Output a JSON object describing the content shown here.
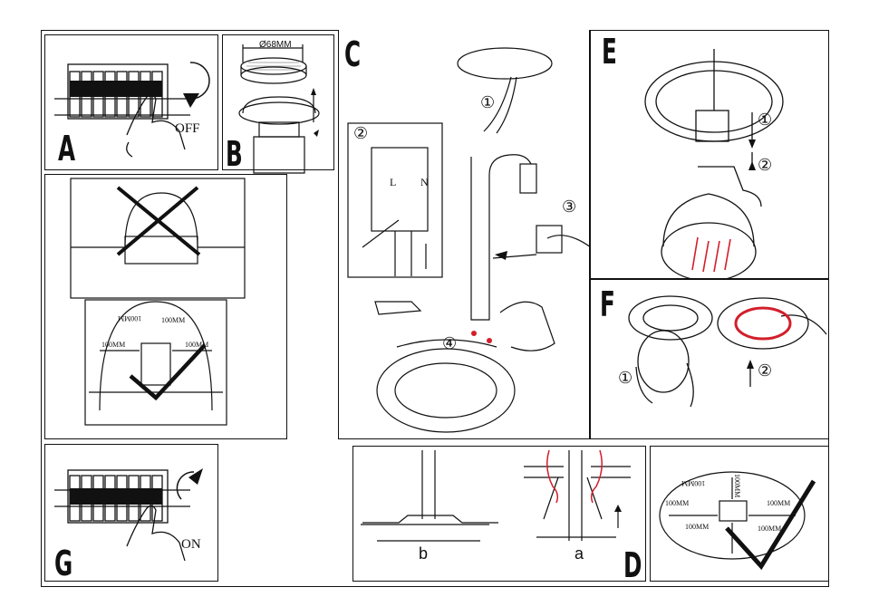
{
  "steps": {
    "A": {
      "letter": "A",
      "switch_label": "OFF"
    },
    "B": {
      "letter": "B",
      "dimension": "Ø68MM"
    },
    "C": {
      "letter": "C",
      "callouts": [
        "①",
        "②",
        "③",
        "④"
      ],
      "terminal_labels": [
        "L",
        "N"
      ]
    },
    "clearance": {
      "dims": [
        "100MM",
        "100MM",
        "100MM",
        "100MM"
      ]
    },
    "E": {
      "letter": "E",
      "callouts": [
        "①",
        "②"
      ]
    },
    "F": {
      "letter": "F",
      "callouts": [
        "①",
        "②"
      ]
    },
    "G": {
      "letter": "G",
      "switch_label": "ON"
    },
    "D": {
      "letter": "D",
      "sub_labels": [
        "b",
        "a"
      ]
    },
    "final": {
      "dims": [
        "100MM",
        "100MM",
        "100MM",
        "100MM",
        "100MM",
        "100MM"
      ]
    }
  },
  "colors": {
    "line": "#111111",
    "accent_red": "#d21f2b"
  }
}
